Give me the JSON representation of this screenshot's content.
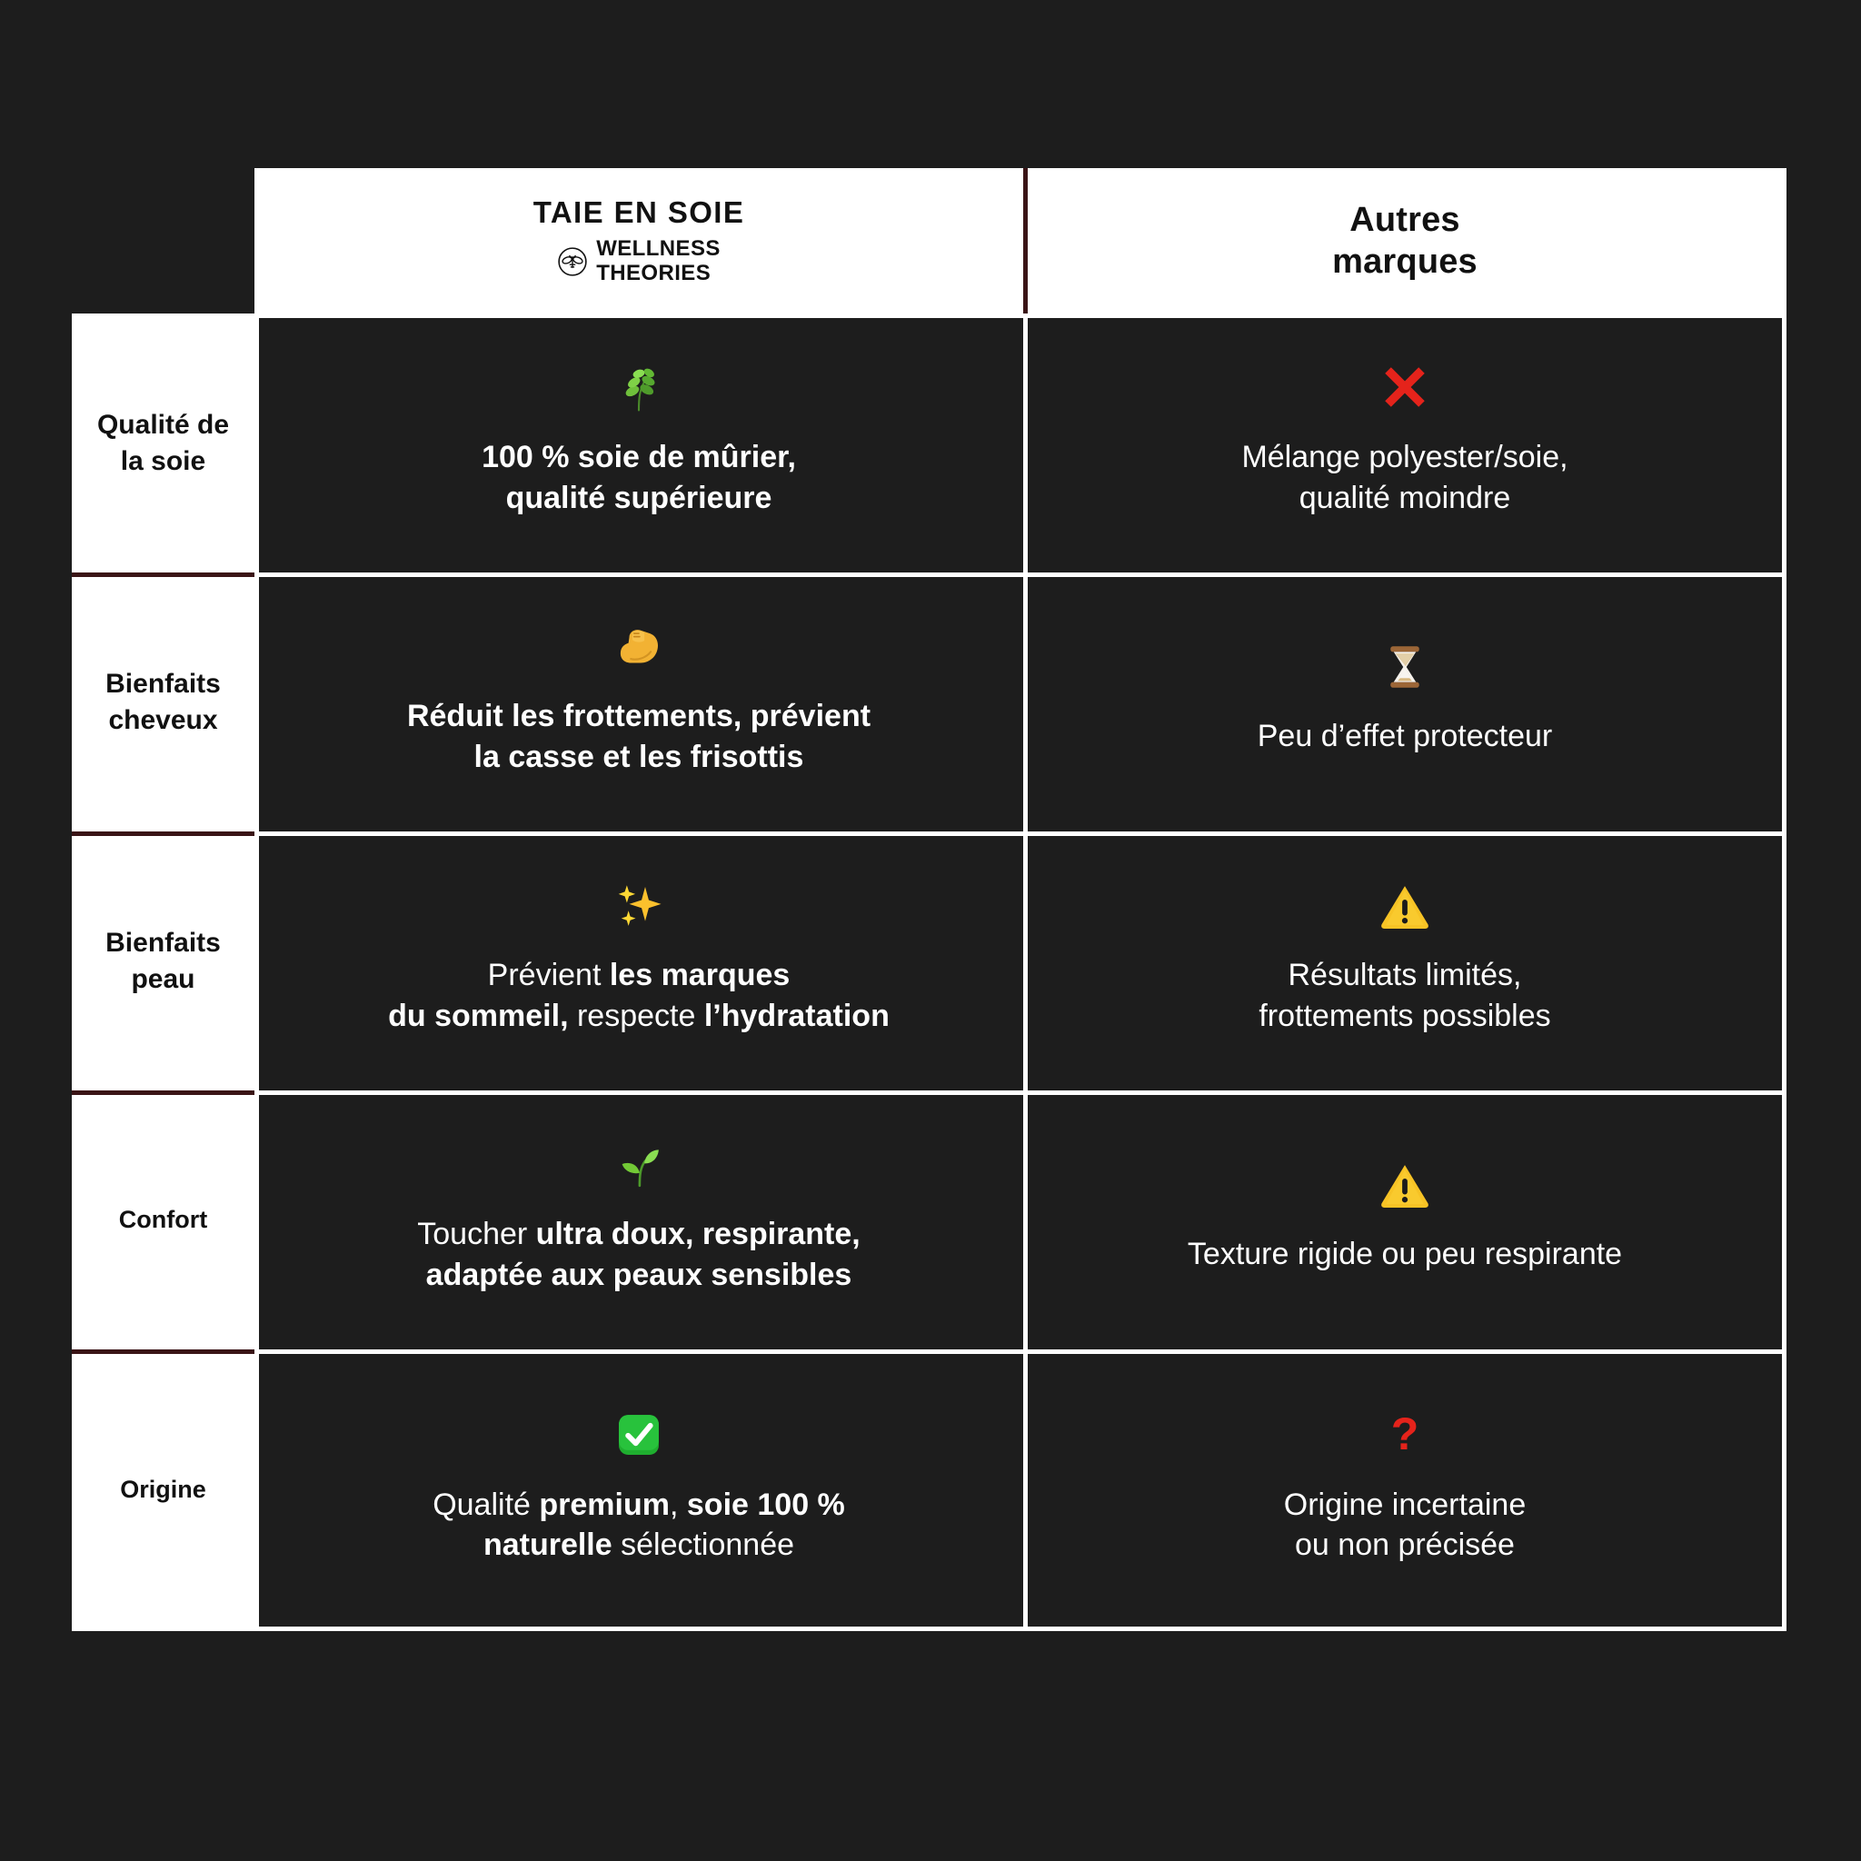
{
  "theme": {
    "page_bg": "#1d1d1d",
    "cell_bg": "#1d1d1d",
    "label_bg": "#ffffff",
    "label_fg": "#111111",
    "content_fg": "#ffffff",
    "grid_line": "#ffffff",
    "accent_divider": "#3a1416",
    "negative_color": "#e01b1b",
    "warning_color": "#f5c518",
    "positive_color": "#17a325"
  },
  "header": {
    "spacer": "",
    "brand": {
      "title": "TAIE EN SOIE",
      "logo_icon": "bee-in-circle-icon",
      "subtitle": "WELLNESS\nTHEORIES"
    },
    "competitor": {
      "title": "Autres\nmarques"
    }
  },
  "rows": [
    {
      "label": "Qualité de\nla soie",
      "label_size": "lg",
      "brand": {
        "icon": "herb-emoji",
        "icon_glyph": "🌿",
        "text_html": "100 % soie de mûrier,<br>qualité supérieure",
        "weight": "bold"
      },
      "competitor": {
        "icon": "cross-mark-emoji",
        "icon_glyph": "❌",
        "text_html": "Mélange polyester/soie,<br>qualité moindre",
        "weight": "regular"
      }
    },
    {
      "label": "Bienfaits\ncheveux",
      "label_size": "lg",
      "brand": {
        "icon": "flexed-biceps-emoji",
        "icon_glyph": "💪",
        "text_html": "Réduit les frottements, prévient<br>la casse et les frisottis",
        "weight": "bold"
      },
      "competitor": {
        "icon": "hourglass-emoji",
        "icon_glyph": "⏳",
        "text_html": "Peu d’effet protecteur",
        "weight": "regular"
      }
    },
    {
      "label": "Bienfaits\npeau",
      "label_size": "lg",
      "brand": {
        "icon": "sparkles-emoji",
        "icon_glyph": "✨",
        "text_html": "Prévient <b>les marques</b><br><b>du sommeil,</b> respecte <b>l’hydratation</b>",
        "weight": "regular"
      },
      "competitor": {
        "icon": "warning-emoji",
        "icon_glyph": "⚠️",
        "text_html": "Résultats limités,<br>frottements possibles",
        "weight": "regular"
      }
    },
    {
      "label": "Confort",
      "label_size": "md",
      "brand": {
        "icon": "seedling-emoji",
        "icon_glyph": "🌱",
        "text_html": "Toucher <b>ultra doux, respirante,</b><br><b>adaptée aux peaux sensibles</b>",
        "weight": "regular"
      },
      "competitor": {
        "icon": "warning-emoji",
        "icon_glyph": "⚠️",
        "text_html": "Texture rigide ou peu respirante",
        "weight": "regular"
      }
    },
    {
      "label": "Origine",
      "label_size": "md",
      "brand": {
        "icon": "check-mark-button-emoji",
        "icon_glyph": "✅",
        "text_html": "Qualité <b>premium</b>, <b>soie 100 %</b><br><b>naturelle</b> sélectionnée",
        "weight": "regular"
      },
      "competitor": {
        "icon": "question-mark-emoji",
        "icon_glyph": "❓",
        "text_html": "Origine incertaine<br>ou non précisée",
        "weight": "regular"
      }
    }
  ]
}
